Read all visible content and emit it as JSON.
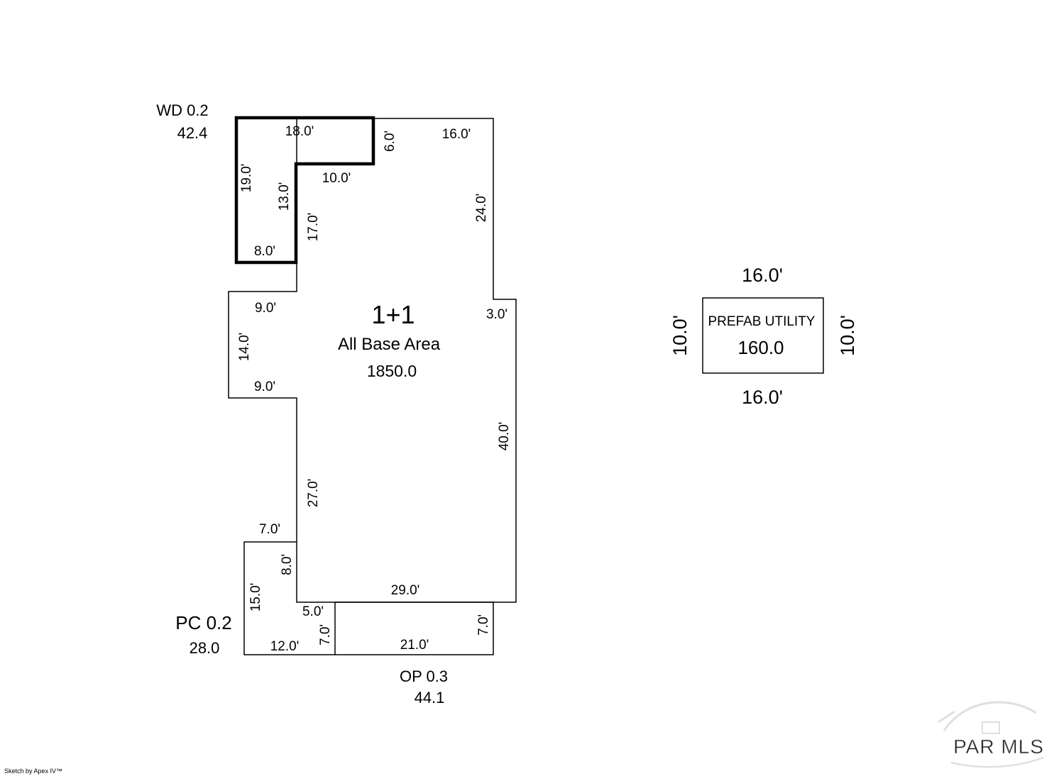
{
  "base": {
    "title": "1+1",
    "name": "All Base Area",
    "area": "1850.0",
    "dims": [
      "16.0'",
      "24.0'",
      "3.0'",
      "40.0'",
      "29.0'",
      "27.0'",
      "9.0'",
      "14.0'",
      "9.0'",
      "17.0'"
    ]
  },
  "wd": {
    "label": "WD 0.2",
    "area": "42.4",
    "dims": [
      "18.0'",
      "6.0'",
      "10.0'",
      "13.0'",
      "8.0'",
      "19.0'"
    ]
  },
  "pc": {
    "label": "PC 0.2",
    "area": "28.0",
    "dims": [
      "7.0'",
      "8.0'",
      "5.0'",
      "7.0'",
      "12.0'",
      "15.0'"
    ]
  },
  "op": {
    "label": "OP 0.3",
    "area": "44.1",
    "dims": [
      "21.0'",
      "7.0'"
    ]
  },
  "utility": {
    "name": "PREFAB UTILITY",
    "area": "160.0",
    "top": "16.0'",
    "bottom": "16.0'",
    "left": "10.0'",
    "right": "10.0'"
  },
  "footer": "Sketch by Apex IV™",
  "watermark": "PAR MLS"
}
